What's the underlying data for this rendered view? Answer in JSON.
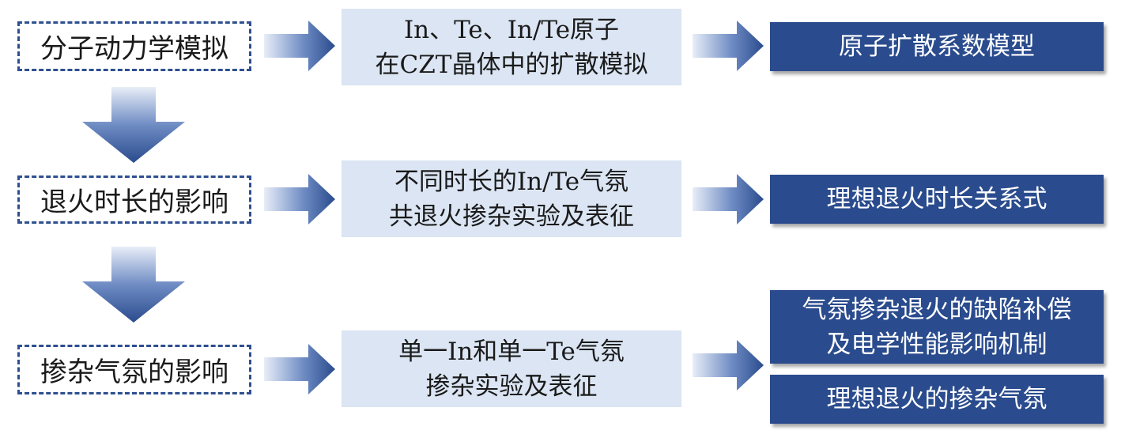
{
  "rows": [
    {
      "left": "分子动力学模拟",
      "middle": [
        "In、Te、In/Te原子",
        "在CZT晶体中的扩散模拟"
      ],
      "right": [
        [
          "原子扩散系数模型"
        ]
      ]
    },
    {
      "left": "退火时长的影响",
      "middle": [
        "不同时长的In/Te气氛",
        "共退火掺杂实验及表征"
      ],
      "right": [
        [
          "理想退火时长关系式"
        ]
      ]
    },
    {
      "left": "掺杂气氛的影响",
      "middle": [
        "单一In和单一Te气氛",
        "掺杂实验及表征"
      ],
      "right": [
        [
          "气氛掺杂退火的缺陷补偿",
          "及电学性能影响机制"
        ],
        [
          "理想退火的掺杂气氛"
        ]
      ]
    }
  ],
  "colors": {
    "dark": "#2a4b8d",
    "light": "#dbe5f3",
    "dashed": "#2e4f8f"
  }
}
